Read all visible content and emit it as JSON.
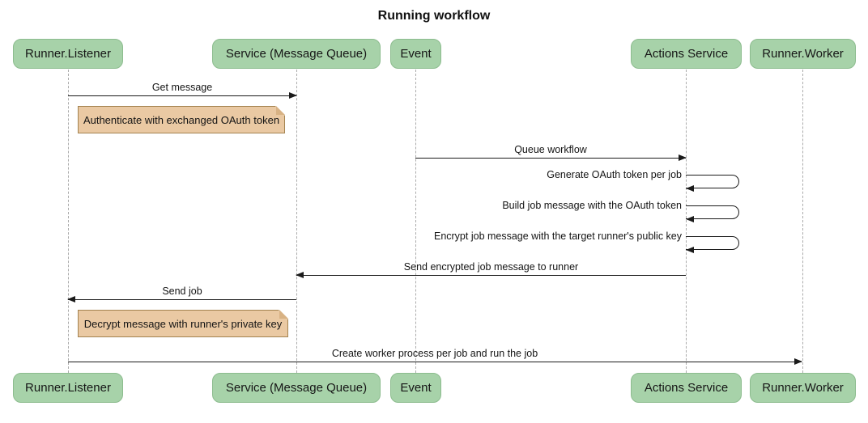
{
  "title": "Running workflow",
  "participants": [
    {
      "label": "Runner.Listener"
    },
    {
      "label": "Service (Message Queue)"
    },
    {
      "label": "Event"
    },
    {
      "label": "Actions Service"
    },
    {
      "label": "Runner.Worker"
    }
  ],
  "messages": [
    {
      "from": "Runner.Listener",
      "to": "Service (Message Queue)",
      "label": "Get message",
      "type": "solid-arrow"
    },
    {
      "from": "Event",
      "to": "Actions Service",
      "label": "Queue workflow",
      "type": "solid-arrow"
    },
    {
      "from": "Actions Service",
      "to": "Actions Service",
      "label": "Generate OAuth token per job",
      "type": "self-loop"
    },
    {
      "from": "Actions Service",
      "to": "Actions Service",
      "label": "Build job message with the OAuth token",
      "type": "self-loop"
    },
    {
      "from": "Actions Service",
      "to": "Actions Service",
      "label": "Encrypt job message with the target runner's public key",
      "type": "self-loop"
    },
    {
      "from": "Actions Service",
      "to": "Service (Message Queue)",
      "label": "Send encrypted job message to runner",
      "type": "solid-arrow"
    },
    {
      "from": "Service (Message Queue)",
      "to": "Runner.Listener",
      "label": "Send job",
      "type": "solid-arrow"
    },
    {
      "from": "Runner.Listener",
      "to": "Runner.Worker",
      "label": "Create worker process per job and run the job",
      "type": "solid-arrow"
    }
  ],
  "notes": [
    {
      "label": "Authenticate with exchanged OAuth token",
      "anchor": "Runner.Listener"
    },
    {
      "label": "Decrypt message with runner's private key",
      "anchor": "Runner.Listener"
    }
  ],
  "colors": {
    "participant_fill": "#a7d2a9",
    "participant_border": "#8cbc8e",
    "note_fill": "#eac9a3",
    "note_border": "#a3824f",
    "line": "#1b1b1b",
    "lifeline": "#ababab",
    "background": "#ffffff",
    "text": "#141414"
  }
}
